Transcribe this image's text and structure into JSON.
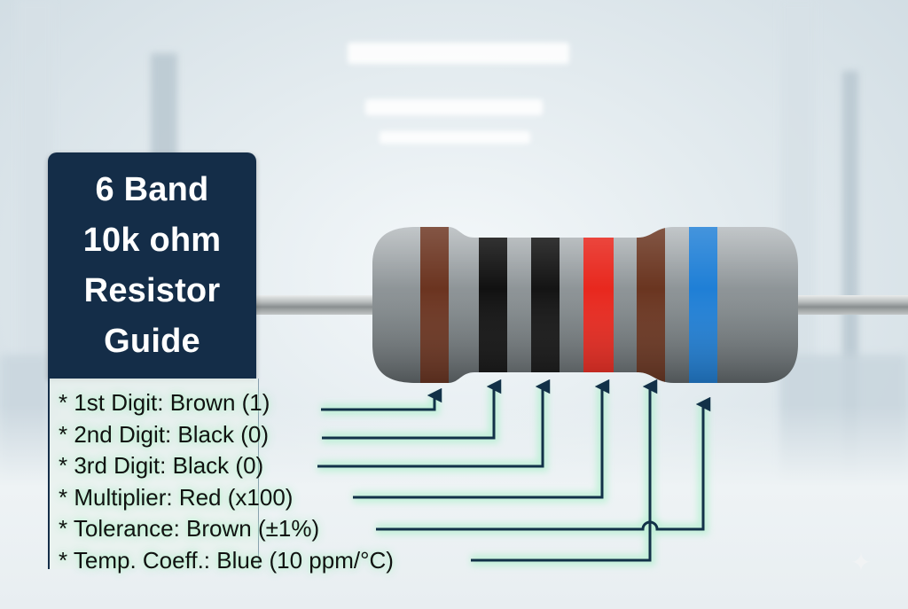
{
  "title": {
    "lines": [
      "6 Band",
      "10k ohm",
      "Resistor",
      "Guide"
    ],
    "background_color": "#142d48"
  },
  "legend": {
    "items": [
      {
        "label": "* 1st Digit: Brown (1)",
        "band": "brown"
      },
      {
        "label": "* 2nd Digit: Black (0)",
        "band": "black"
      },
      {
        "label": "* 3rd Digit: Black (0)",
        "band": "black"
      },
      {
        "label": "* Multiplier: Red (x100)",
        "band": "red"
      },
      {
        "label": "* Tolerance: Brown (±1%)",
        "band": "brown"
      },
      {
        "label": "* Temp. Coeff.: Blue (10 ppm/°C)",
        "band": "blue"
      }
    ]
  },
  "resistor": {
    "value": "10k ohm",
    "band_count": 6,
    "bands": [
      {
        "name": "1st digit",
        "color": "#6b3420"
      },
      {
        "name": "2nd digit",
        "color": "#111111"
      },
      {
        "name": "3rd digit",
        "color": "#141414"
      },
      {
        "name": "multiplier",
        "color": "#e8281e"
      },
      {
        "name": "tolerance",
        "color": "#6a3520"
      },
      {
        "name": "temp coefficient",
        "color": "#1f7fd6"
      }
    ],
    "body_color": "#8e9497"
  },
  "connector_color": "#123148",
  "icons": {
    "watermark": "sparkle-icon"
  }
}
